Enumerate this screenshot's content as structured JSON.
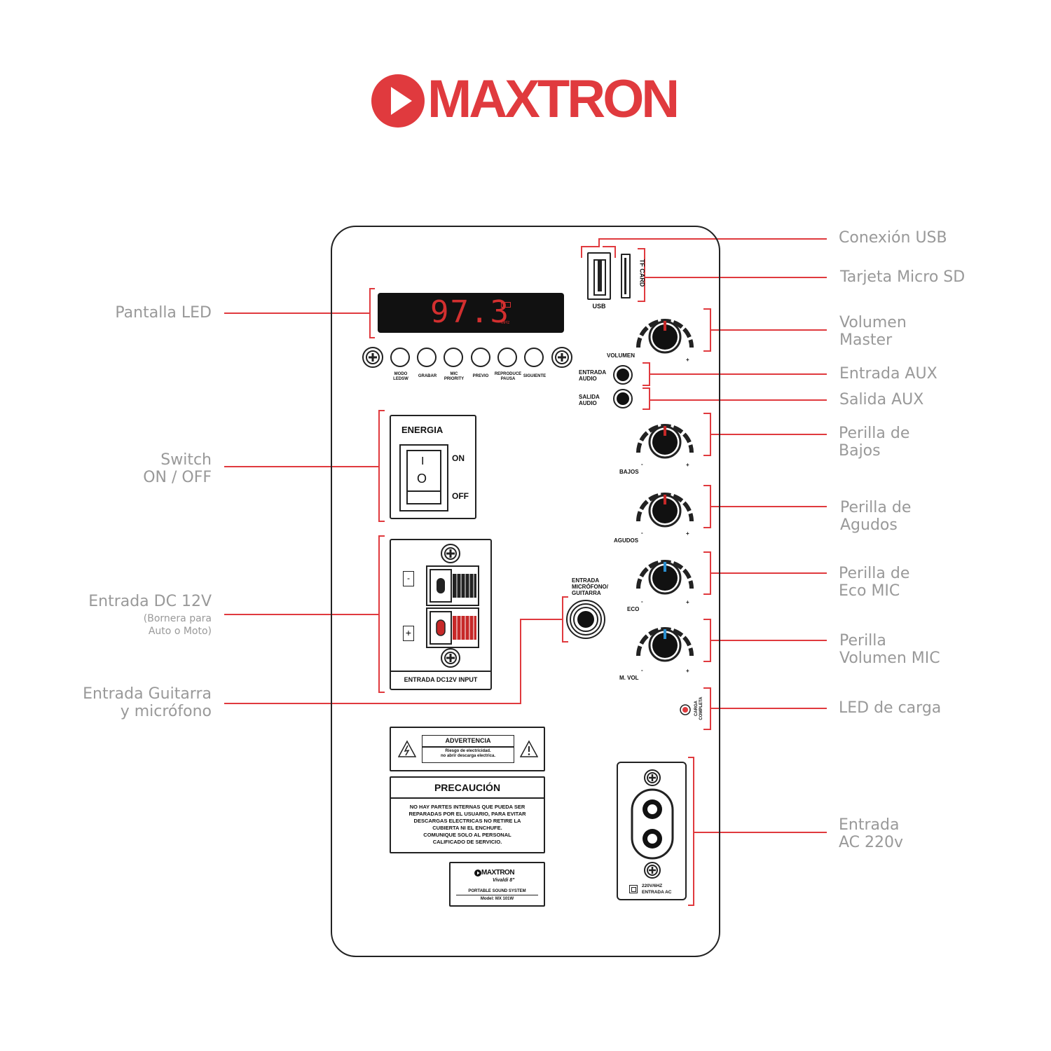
{
  "brand": {
    "name": "MAXTRON",
    "color": "#e03a3e"
  },
  "colors": {
    "accent_red": "#e03a3e",
    "label_gray": "#999999",
    "knob_blue": "#2b8fcf"
  },
  "display": {
    "frequency": "97.3",
    "unit": "MHz"
  },
  "buttons": [
    {
      "label": "MODO\nLEDSW"
    },
    {
      "label": "GRABAR"
    },
    {
      "label": "MIC\nPRIORITY"
    },
    {
      "label": "PREVIO"
    },
    {
      "label": "REPRODUCE\nPAUSA"
    },
    {
      "label": "SIGUIENTE"
    }
  ],
  "ports": {
    "usb": "USB",
    "tf_card": "TF CARD",
    "entrada_audio": "ENTRADA\nAUDIO",
    "salida_audio": "SALIDA\nAUDIO",
    "mic_input": "ENTRADA\nMICRÓFONO/\nGUITARRA",
    "carga": "CARGA\nCOMPLETA"
  },
  "knobs": [
    {
      "label": "VOLUMEN",
      "indicator": "red"
    },
    {
      "label": "BAJOS",
      "indicator": "red"
    },
    {
      "label": "AGUDOS",
      "indicator": "red"
    },
    {
      "label": "ECO",
      "indicator": "blue"
    },
    {
      "label": "M. VOL",
      "indicator": "blue"
    }
  ],
  "knob_signs": {
    "minus": "-",
    "plus": "+"
  },
  "power_switch": {
    "title": "ENERGIA",
    "on": "ON",
    "off": "OFF",
    "symbol_on": "I",
    "symbol_off": "O"
  },
  "dc_input": {
    "minus": "-",
    "plus": "+",
    "label": "ENTRADA DC12V INPUT"
  },
  "warning": {
    "title": "ADVERTENCIA",
    "text": "Riesgo de electricidad.\nno abrir descarga electrica."
  },
  "caution": {
    "title": "PRECAUCIÓN",
    "text": "NO HAY PARTES INTERNAS QUE PUEDA SER\nREPARADAS POR EL USUARIO, PARA EVITAR\nDESCARGAS ELECTRICAS NO RETIRE LA\nCUBIERTA NI EL ENCHUFE.\nCOMUNIQUE SOLO AL PERSONAL\nCALIFICADO DE SERVICIO."
  },
  "model_plate": {
    "brand": "MAXTRON",
    "series": "Vivaldi 8\"",
    "system": "PORTABLE SOUND SYSTEM",
    "model": "Model: MX 101W"
  },
  "ac_input": {
    "spec": "220V/6HZ",
    "label": "ENTRADA AC"
  },
  "callouts_left": {
    "pantalla": "Pantalla LED",
    "switch": "Switch\nON / OFF",
    "dc": "Entrada DC 12V",
    "dc_sub": "(Bornera para\nAuto o Moto)",
    "guitarra": "Entrada Guitarra\ny micrófono"
  },
  "callouts_right": {
    "usb": "Conexión USB",
    "sd": "Tarjeta Micro SD",
    "volumen": "Volumen\nMaster",
    "aux_in": "Entrada AUX",
    "aux_out": "Salida AUX",
    "bajos": "Perilla de\nBajos",
    "agudos": "Perilla de\nAgudos",
    "eco": "Perilla de\nEco MIC",
    "mic_vol": "Perilla\nVolumen MIC",
    "led_carga": "LED de carga",
    "ac": "Entrada\nAC 220v"
  }
}
